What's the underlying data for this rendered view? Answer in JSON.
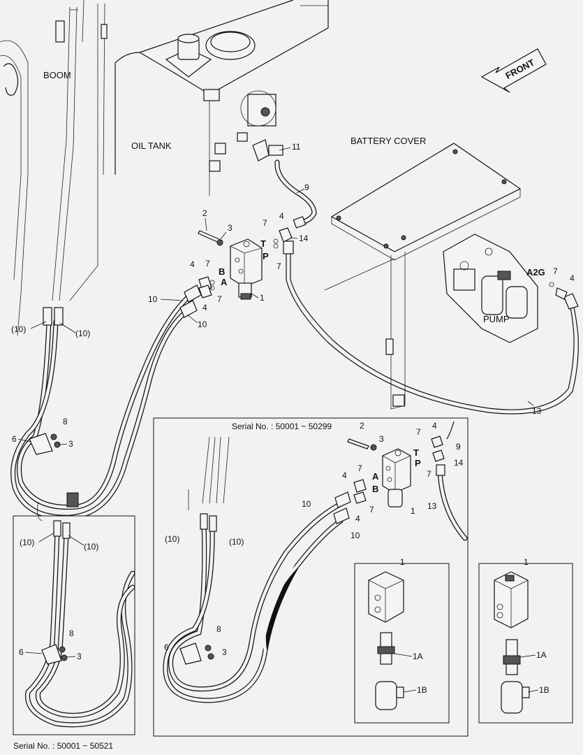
{
  "labels": {
    "boom": "BOOM",
    "oil_tank": "OIL TANK",
    "battery_cover": "BATTERY COVER",
    "pump": "PUMP",
    "front": "FRONT",
    "serial_inset": "Serial No. : 50001 ~ 50299",
    "serial_bottom": "Serial No. : 50001 ~ 50521"
  },
  "port_letters": {
    "a": "A",
    "b": "B",
    "t": "T",
    "p": "P",
    "a2g": "A2G"
  },
  "callouts": {
    "n1": "1",
    "n1a": "1A",
    "n1b": "1B",
    "n2": "2",
    "n3": "3",
    "n4": "4",
    "n6": "6",
    "n7": "7",
    "n8": "8",
    "n9": "9",
    "n10": "10",
    "n10p": "(10)",
    "n11": "11",
    "n13": "13",
    "n14": "14"
  }
}
